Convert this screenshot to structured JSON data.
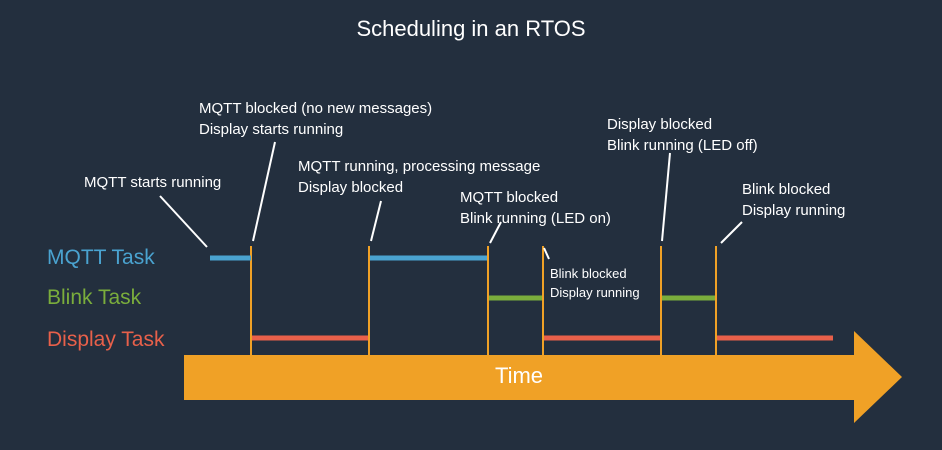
{
  "title": "Scheduling in an RTOS",
  "tasks": {
    "mqtt": {
      "label": "MQTT Task",
      "color": "#4aa3d0"
    },
    "blink": {
      "label": "Blink Task",
      "color": "#7aad3c"
    },
    "display": {
      "label": "Display Task",
      "color": "#e8604a"
    }
  },
  "axis_label": "Time",
  "arrow_color": "#f0a126",
  "annotations": [
    {
      "lines": [
        "MQTT starts running"
      ]
    },
    {
      "lines": [
        "MQTT blocked (no new messages)",
        "Display starts running"
      ]
    },
    {
      "lines": [
        "MQTT running, processing message",
        "Display blocked"
      ]
    },
    {
      "lines": [
        "MQTT blocked",
        "Blink running (LED on)"
      ]
    },
    {
      "lines": [
        "Blink blocked",
        "Display running"
      ]
    },
    {
      "lines": [
        "Display blocked",
        "Blink running (LED off)"
      ]
    },
    {
      "lines": [
        "Blink blocked",
        "Display running"
      ]
    }
  ]
}
